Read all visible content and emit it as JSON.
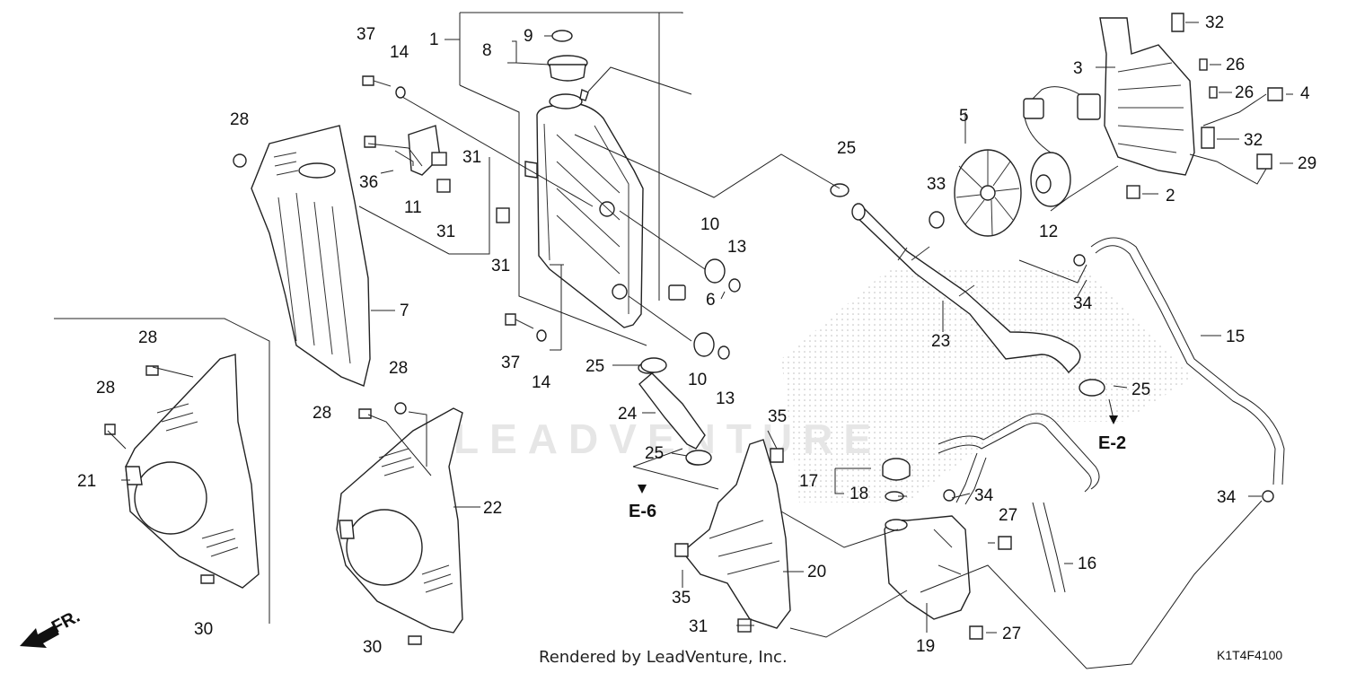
{
  "watermark": "LEADVENTURE",
  "footer": {
    "rendered_by": "Rendered by LeadVenture, Inc.",
    "code": "K1T4F4100"
  },
  "direction_label": "FR.",
  "refs": {
    "e2": "E-2",
    "e6": "E-6"
  },
  "callouts": [
    {
      "id": "c1",
      "text": "1"
    },
    {
      "id": "c2",
      "text": "2"
    },
    {
      "id": "c3",
      "text": "3"
    },
    {
      "id": "c4",
      "text": "4"
    },
    {
      "id": "c5",
      "text": "5"
    },
    {
      "id": "c6",
      "text": "6"
    },
    {
      "id": "c7",
      "text": "7"
    },
    {
      "id": "c8",
      "text": "8"
    },
    {
      "id": "c9",
      "text": "9"
    },
    {
      "id": "c10a",
      "text": "10"
    },
    {
      "id": "c10b",
      "text": "10"
    },
    {
      "id": "c11",
      "text": "11"
    },
    {
      "id": "c12",
      "text": "12"
    },
    {
      "id": "c13a",
      "text": "13"
    },
    {
      "id": "c13b",
      "text": "13"
    },
    {
      "id": "c14a",
      "text": "14"
    },
    {
      "id": "c14b",
      "text": "14"
    },
    {
      "id": "c15",
      "text": "15"
    },
    {
      "id": "c16",
      "text": "16"
    },
    {
      "id": "c17",
      "text": "17"
    },
    {
      "id": "c18",
      "text": "18"
    },
    {
      "id": "c19",
      "text": "19"
    },
    {
      "id": "c20",
      "text": "20"
    },
    {
      "id": "c21",
      "text": "21"
    },
    {
      "id": "c22",
      "text": "22"
    },
    {
      "id": "c23",
      "text": "23"
    },
    {
      "id": "c24",
      "text": "24"
    },
    {
      "id": "c25a",
      "text": "25"
    },
    {
      "id": "c25b",
      "text": "25"
    },
    {
      "id": "c25c",
      "text": "25"
    },
    {
      "id": "c25d",
      "text": "25"
    },
    {
      "id": "c26a",
      "text": "26"
    },
    {
      "id": "c26b",
      "text": "26"
    },
    {
      "id": "c27a",
      "text": "27"
    },
    {
      "id": "c27b",
      "text": "27"
    },
    {
      "id": "c28a",
      "text": "28"
    },
    {
      "id": "c28b",
      "text": "28"
    },
    {
      "id": "c28c",
      "text": "28"
    },
    {
      "id": "c28d",
      "text": "28"
    },
    {
      "id": "c28e",
      "text": "28"
    },
    {
      "id": "c29",
      "text": "29"
    },
    {
      "id": "c30a",
      "text": "30"
    },
    {
      "id": "c30b",
      "text": "30"
    },
    {
      "id": "c31a",
      "text": "31"
    },
    {
      "id": "c31b",
      "text": "31"
    },
    {
      "id": "c31c",
      "text": "31"
    },
    {
      "id": "c31d",
      "text": "31"
    },
    {
      "id": "c32a",
      "text": "32"
    },
    {
      "id": "c32b",
      "text": "32"
    },
    {
      "id": "c33",
      "text": "33"
    },
    {
      "id": "c34a",
      "text": "34"
    },
    {
      "id": "c34b",
      "text": "34"
    },
    {
      "id": "c34c",
      "text": "34"
    },
    {
      "id": "c35a",
      "text": "35"
    },
    {
      "id": "c35b",
      "text": "35"
    },
    {
      "id": "c36",
      "text": "36"
    },
    {
      "id": "c37a",
      "text": "37"
    },
    {
      "id": "c37b",
      "text": "37"
    }
  ]
}
